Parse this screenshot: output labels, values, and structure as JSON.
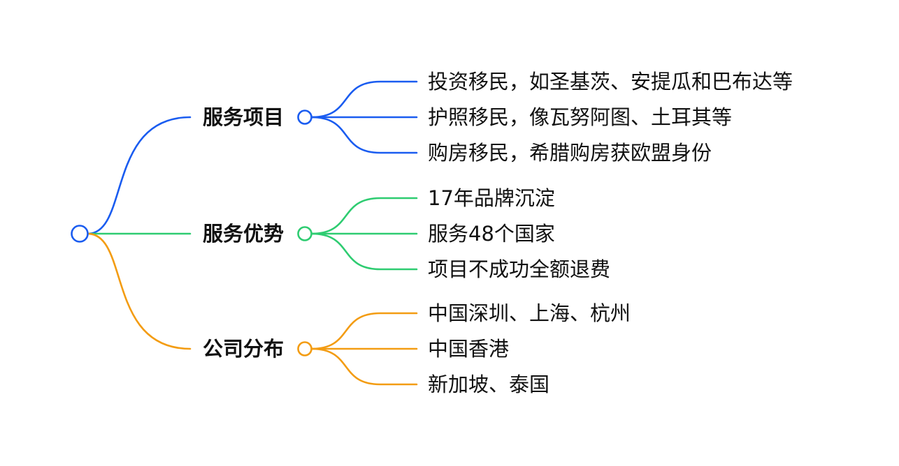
{
  "diagram": {
    "type": "mindmap",
    "root": {
      "label": ""
    },
    "branches": [
      {
        "label": "服务项目",
        "color": "#1a5cf0",
        "children": [
          "投资移民，如圣基茨、安提瓜和巴布达等",
          "护照移民，像瓦努阿图、土耳其等",
          "购房移民，希腊购房获欧盟身份"
        ]
      },
      {
        "label": "服务优势",
        "color": "#2ecc71",
        "children": [
          "17年品牌沉淀",
          "服务48个国家",
          "项目不成功全额退费"
        ]
      },
      {
        "label": "公司分布",
        "color": "#f39c12",
        "children": [
          "中国深圳、上海、杭州",
          "中国香港",
          "新加坡、泰国"
        ]
      }
    ]
  }
}
